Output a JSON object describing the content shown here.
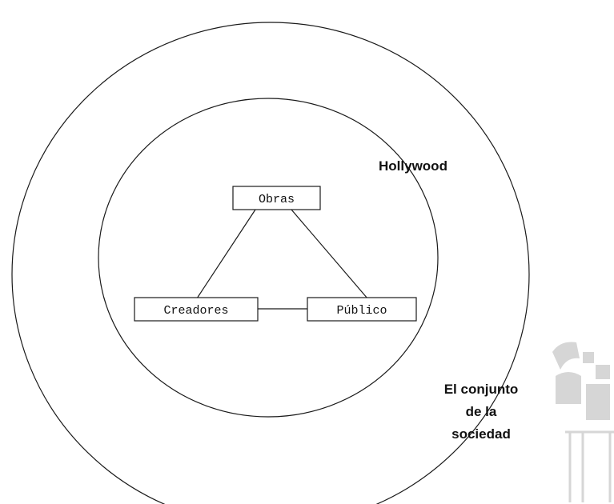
{
  "diagram": {
    "nodes": {
      "obras": "Obras",
      "creadores": "Creadores",
      "publico": "Público"
    },
    "rings": {
      "inner_label": "Hollywood",
      "outer_label_lines": [
        "El conjunto",
        "de la",
        "sociedad"
      ]
    }
  },
  "colors": {
    "stroke": "#1a1a1a",
    "watermark": "#d6d6d6",
    "background": "#ffffff"
  }
}
